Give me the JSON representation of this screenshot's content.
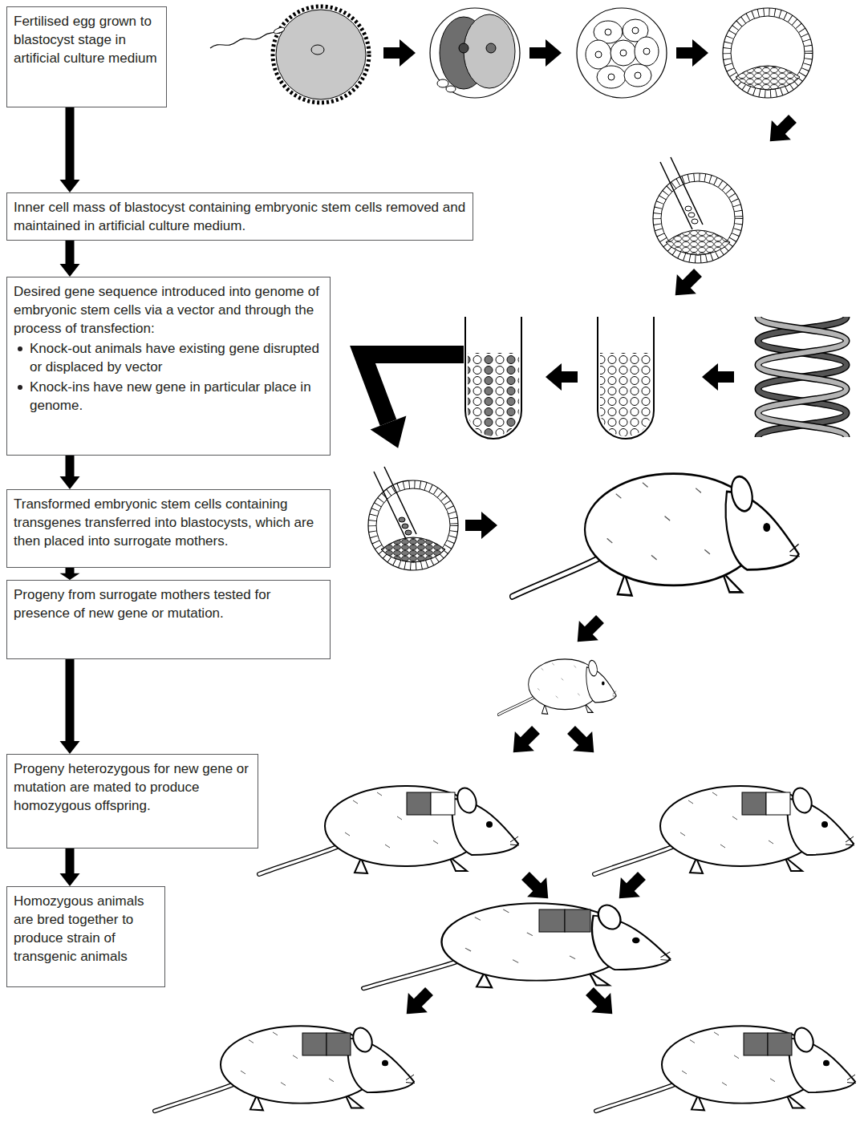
{
  "diagram": {
    "nodes": [
      {
        "text": [
          "Fertilised egg grown to blastocyst stage in artificial culture medium"
        ]
      },
      {
        "text": [
          "Inner cell mass of blastocyst containing embryonic stem cells removed and maintained in artificial culture medium."
        ]
      },
      {
        "text": [
          "Desired gene sequence introduced into genome of embryonic stem cells via a vector and through the process of transfection:",
          "Knock-out animals have existing gene disrupted or displaced by vector",
          "Knock-ins have new gene in particular place in genome."
        ]
      },
      {
        "text": [
          "Transformed embryonic stem cells containing transgenes transferred into blastocysts, which are then placed into surrogate mothers."
        ]
      },
      {
        "text": [
          "Progeny from surrogate mothers tested for presence of new gene or mutation."
        ]
      },
      {
        "text": [
          "Progeny heterozygous for new gene or mutation are mated to produce homozygous offspring."
        ]
      },
      {
        "text": [
          "Homozygous animals are bred together to produce strain of transgenic animals"
        ]
      }
    ],
    "edges": [
      {
        "from": 0,
        "to": 1,
        "arrow": "to"
      },
      {
        "from": 1,
        "to": 2,
        "arrow": "to"
      },
      {
        "from": 2,
        "to": 3,
        "arrow": "to"
      },
      {
        "from": 3,
        "to": 4,
        "arrow": "to"
      },
      {
        "from": 4,
        "to": 5,
        "arrow": "to"
      },
      {
        "from": 5,
        "to": 6,
        "arrow": "to"
      }
    ]
  }
}
